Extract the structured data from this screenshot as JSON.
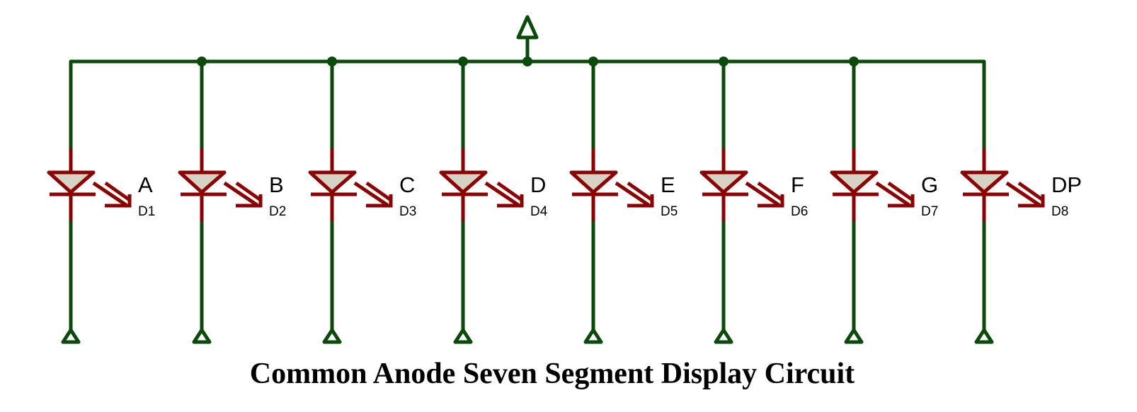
{
  "title": "Common Anode Seven Segment Display Circuit",
  "colors": {
    "wire": "#0b4a0b",
    "component": "#8b0000",
    "led_fill": "#d6d3c4"
  },
  "power_icon": "power-supply-arrow",
  "ground_icon": "ground-terminal",
  "leds": [
    {
      "segment": "A",
      "ref": "D1"
    },
    {
      "segment": "B",
      "ref": "D2"
    },
    {
      "segment": "C",
      "ref": "D3"
    },
    {
      "segment": "D",
      "ref": "D4"
    },
    {
      "segment": "E",
      "ref": "D5"
    },
    {
      "segment": "F",
      "ref": "D6"
    },
    {
      "segment": "G",
      "ref": "D7"
    },
    {
      "segment": "DP",
      "ref": "D8"
    }
  ]
}
